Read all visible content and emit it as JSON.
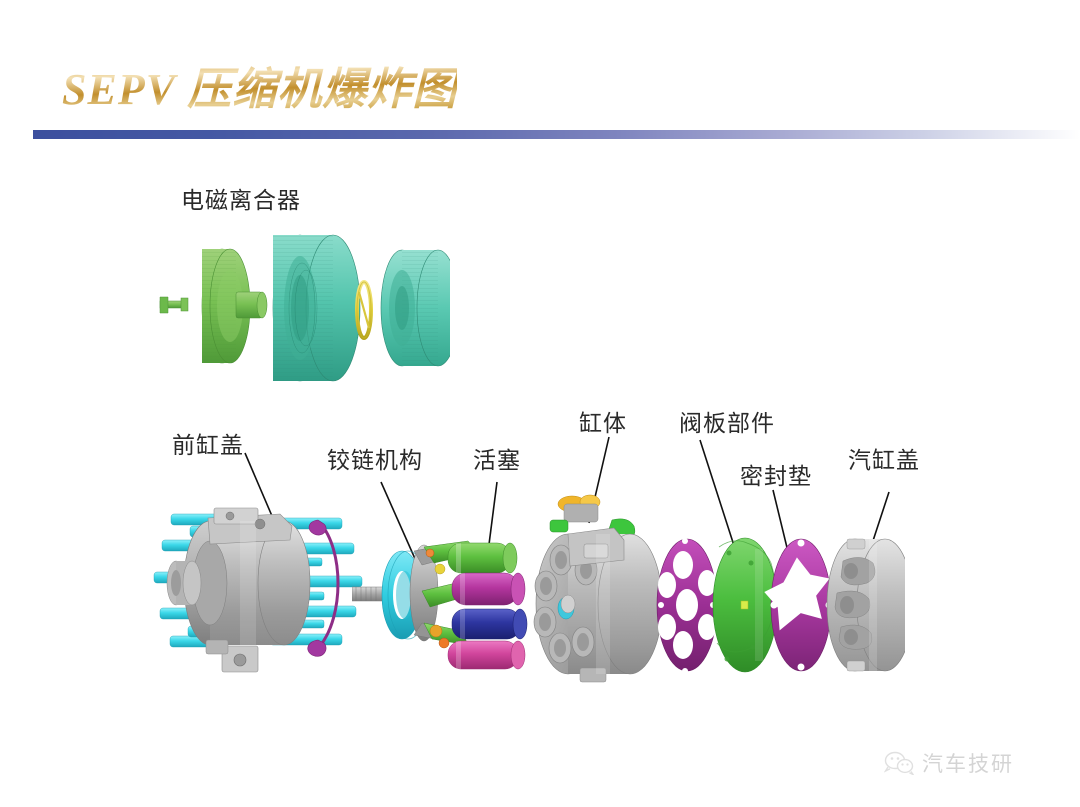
{
  "slide": {
    "title": "SEPV  压缩机爆炸图",
    "title_color": "#c28f2d",
    "rule_color_start": "#3c4f9e",
    "rule_color_end": "#ffffff",
    "background": "#ffffff"
  },
  "labels": {
    "clutch": "电磁离合器",
    "front_head": "前缸盖",
    "hinge": "铰链机构",
    "piston": "活塞",
    "cylinder_block": "缸体",
    "valve_plate": "阀板部件",
    "gasket": "密封垫",
    "cylinder_cover": "汽缸盖"
  },
  "diagram": {
    "type": "exploded-assembly",
    "title": "SEPV compressor exploded view",
    "groups": [
      {
        "name": "electromagnetic-clutch",
        "label": "电磁离合器",
        "parts": [
          {
            "name": "shaft-bolt",
            "color": "#5ab84f"
          },
          {
            "name": "armature-plate",
            "color": "#7fc24f"
          },
          {
            "name": "pulley",
            "color": "#5ec9b0"
          },
          {
            "name": "snap-ring",
            "color": "#e8d84a"
          },
          {
            "name": "field-coil-housing",
            "color": "#57c2ae"
          }
        ]
      },
      {
        "name": "front-cylinder-head",
        "label": "前缸盖",
        "parts": [
          {
            "name": "head-body",
            "color": "#b2b2b2"
          },
          {
            "name": "bolts",
            "color": "#35d8e8"
          },
          {
            "name": "o-ring",
            "color": "#8e2d86"
          }
        ]
      },
      {
        "name": "hinge-mechanism",
        "label": "铰链机构",
        "parts": [
          {
            "name": "swash-plate",
            "color": "#2fd0e0"
          },
          {
            "name": "drive-shaft",
            "color": "#9a9a9a"
          },
          {
            "name": "hinge-links",
            "color": "#6cc04a"
          },
          {
            "name": "spring-clips",
            "color": "#f0a030"
          }
        ]
      },
      {
        "name": "pistons",
        "label": "活塞",
        "parts": [
          {
            "name": "piston-green",
            "color": "#57c13f"
          },
          {
            "name": "piston-magenta",
            "color": "#b5369f"
          },
          {
            "name": "piston-blue",
            "color": "#2d35a0"
          },
          {
            "name": "piston-pink",
            "color": "#d1459c"
          }
        ]
      },
      {
        "name": "cylinder-block",
        "label": "缸体",
        "parts": [
          {
            "name": "block-body",
            "color": "#b0b0b0"
          },
          {
            "name": "suction-port",
            "color": "#3dc63d"
          },
          {
            "name": "relief-valve",
            "color": "#f0b52a"
          },
          {
            "name": "bore-insert",
            "color": "#3ec8dd"
          }
        ]
      },
      {
        "name": "valve-plate-assembly",
        "label": "阀板部件",
        "parts": [
          {
            "name": "suction-reed-gasket",
            "color": "#9b2f94"
          },
          {
            "name": "valve-plate",
            "color": "#4cbe3f"
          },
          {
            "name": "discharge-gasket",
            "color": "#a838a0"
          }
        ]
      },
      {
        "name": "rear-cylinder-cover",
        "label": "汽缸盖",
        "parts": [
          {
            "name": "cover-body",
            "color": "#b6b6b6"
          }
        ]
      }
    ]
  },
  "watermark": {
    "text": "汽车技研",
    "icon": "wechat-icon",
    "color": "#9b9b9b"
  }
}
